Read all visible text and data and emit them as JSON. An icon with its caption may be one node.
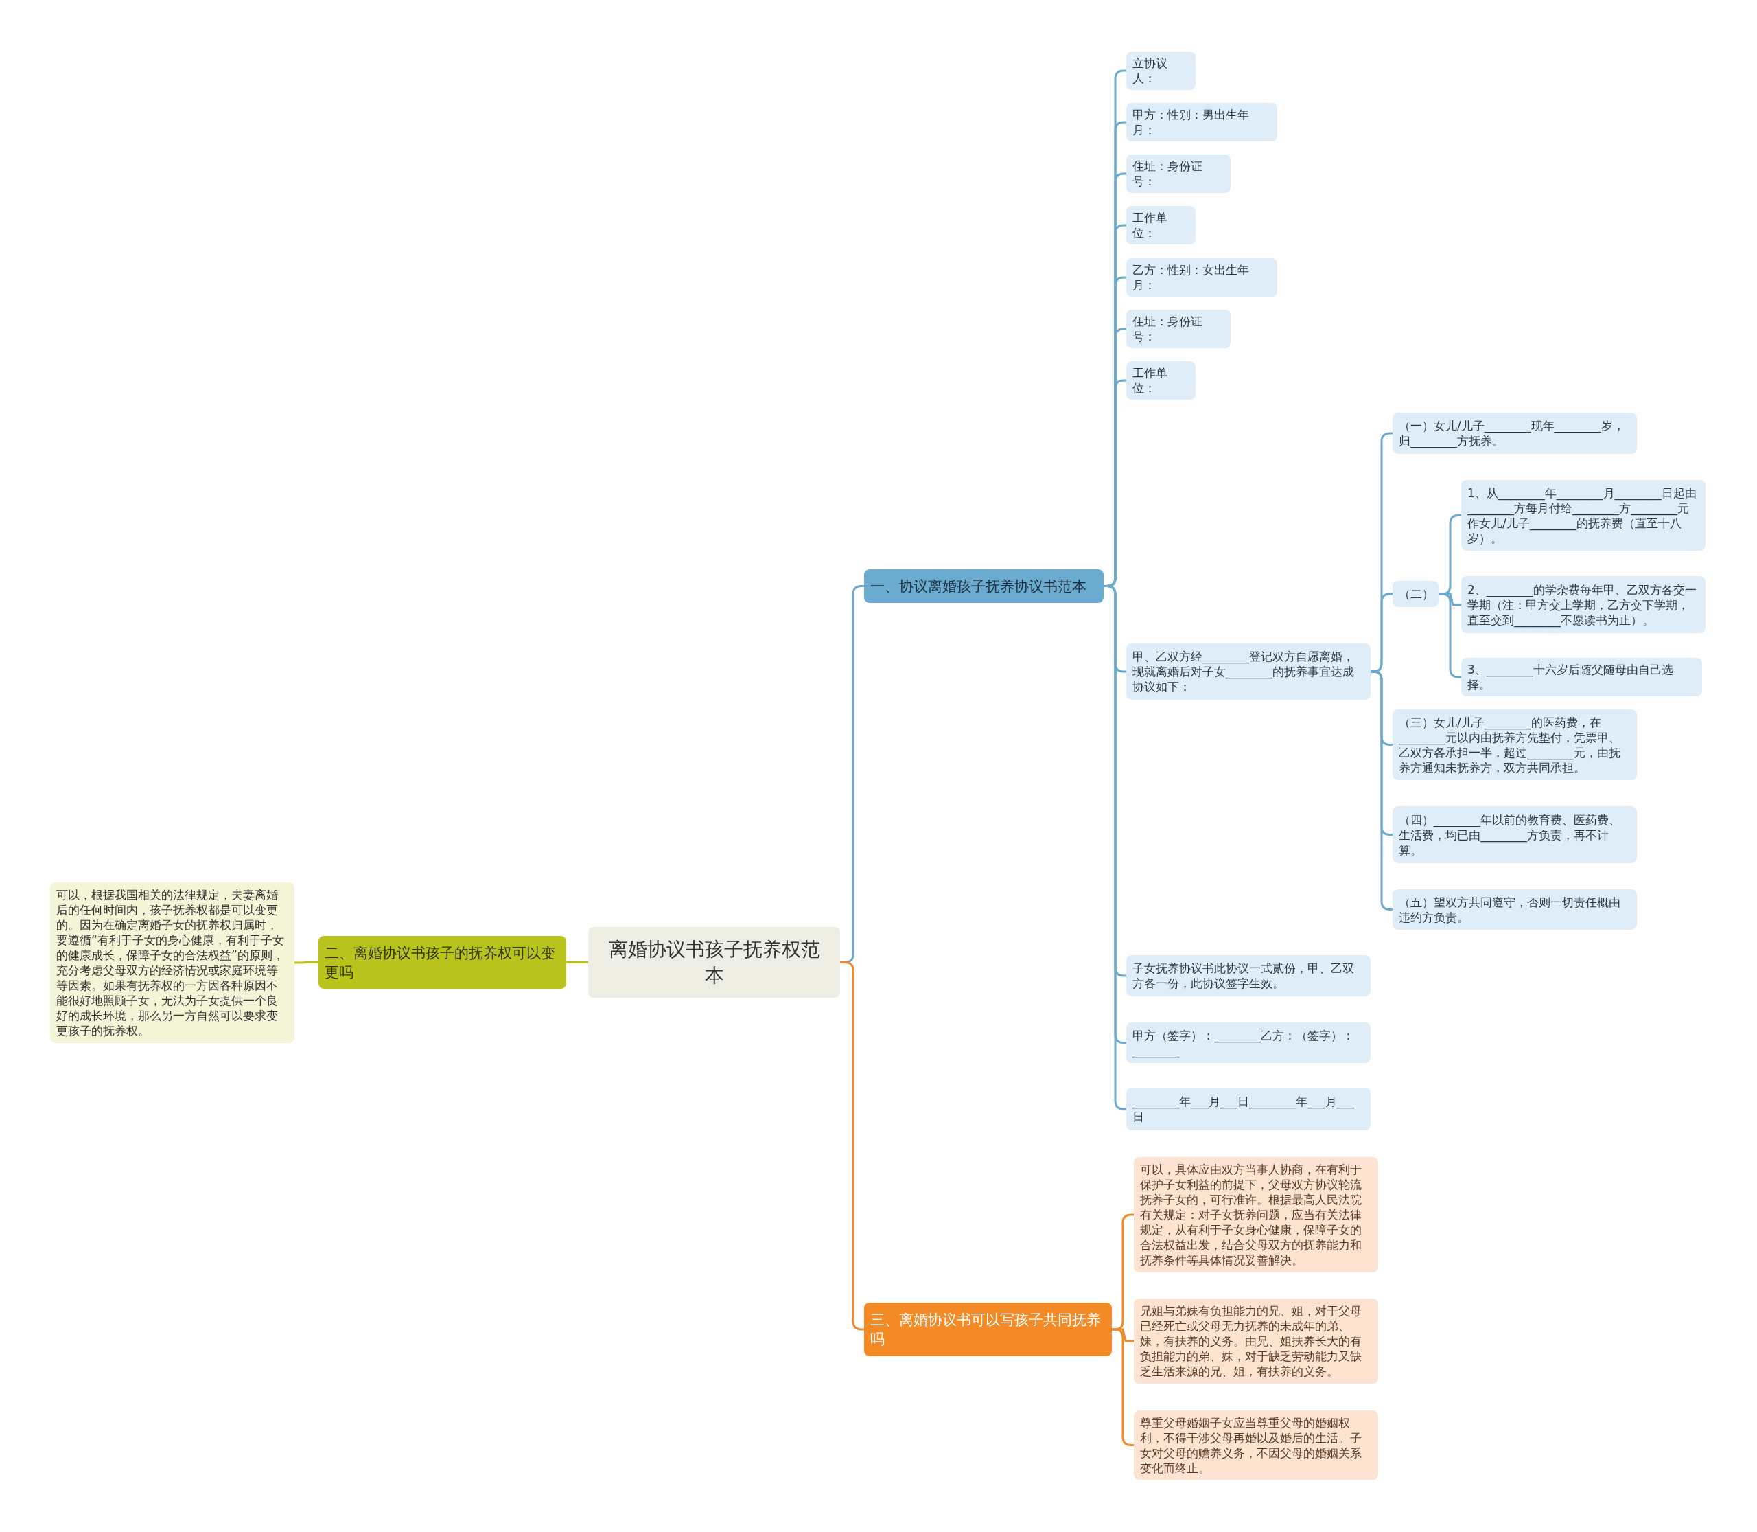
{
  "diagram": {
    "nodes": [
      {
        "text": [
          "离婚协议书孩子抚养权范本"
        ]
      },
      {
        "text": [
          "一、协议离婚孩子抚养协议书范本"
        ]
      },
      {
        "text": [
          "立协议人："
        ]
      },
      {
        "text": [
          "甲方：性别：男出生年月："
        ]
      },
      {
        "text": [
          "住址：身份证号："
        ]
      },
      {
        "text": [
          "工作单位："
        ]
      },
      {
        "text": [
          "乙方：性别：女出生年月："
        ]
      },
      {
        "text": [
          "住址：身份证号："
        ]
      },
      {
        "text": [
          "工作单位："
        ]
      },
      {
        "text": [
          "甲、乙双方经________登记双方自愿离婚，现就离婚后对子女________的抚养事宜达成协议如下："
        ]
      },
      {
        "text": [
          "（一）女儿/儿子________现年________岁，归________方抚养。"
        ]
      },
      {
        "text": [
          "（二）"
        ]
      },
      {
        "text": [
          "1、从________年________月________日起由________方每月付给________方________元作女儿/儿子________的抚养费（直至十八岁）。"
        ]
      },
      {
        "text": [
          "2、________的学杂费每年甲、乙双方各交一学期（注：甲方交上学期，乙方交下学期，直至交到________不愿读书为止）。"
        ]
      },
      {
        "text": [
          "3、________十六岁后随父随母由自己选择。"
        ]
      },
      {
        "text": [
          "（三）女儿/儿子________的医药费，在________元以内由抚养方先垫付，凭票甲、乙双方各承担一半，超过________元，由抚养方通知未抚养方，双方共同承担。"
        ]
      },
      {
        "text": [
          "（四）________年以前的教育费、医药费、生活费，均已由________方负责，再不计算。"
        ]
      },
      {
        "text": [
          "（五）望双方共同遵守，否则一切责任概由违约方负责。"
        ]
      },
      {
        "text": [
          "子女抚养协议书此协议一式贰份，甲、乙双方各一份，此协议签字生效。"
        ]
      },
      {
        "text": [
          "甲方（签字）：________乙方：（签字）：________"
        ]
      },
      {
        "text": [
          "________年___月___日________年___月___日"
        ]
      },
      {
        "text": [
          "二、离婚协议书孩子的抚养权可以变更吗"
        ]
      },
      {
        "text": [
          "可以，根据我国相关的法律规定，夫妻离婚后的任何时间内，孩子抚养权都是可以变更的。因为在确定离婚子女的抚养权归属时，要遵循“有利于子女的身心健康，有利于子女的健康成长，保障子女的合法权益”的原则，充分考虑父母双方的经济情况或家庭环境等等因素。如果有抚养权的一方因各种原因不能很好地照顾子女，无法为子女提供一个良好的成长环境，那么另一方自然可以要求变更孩子的抚养权。"
        ]
      },
      {
        "text": [
          "三、离婚协议书可以写孩子共同抚养吗"
        ]
      },
      {
        "text": [
          "可以，具体应由双方当事人协商，在有利于保护子女利益的前提下，父母双方协议轮流抚养子女的，可行准许。根据最高人民法院有关规定：对子女抚养问题，应当有关法律规定，从有利于子女身心健康，保障子女的合法权益出发，结合父母双方的抚养能力和抚养条件等具体情况妥善解决。"
        ]
      },
      {
        "text": [
          "兄姐与弟妹有负担能力的兄、姐，对于父母已经死亡或父母无力抚养的未成年的弟、妹，有扶养的义务。由兄、姐扶养长大的有负担能力的弟、妹，对于缺乏劳动能力又缺乏生活来源的兄、姐，有扶养的义务。"
        ]
      },
      {
        "text": [
          "尊重父母婚姻子女应当尊重父母的婚姻权利，不得干涉父母再婚以及婚后的生活。子女对父母的赡养义务，不因父母的婚姻关系变化而终止。"
        ]
      }
    ],
    "edges": [
      {
        "from": 0,
        "to": 1,
        "arrow": "none"
      },
      {
        "from": 1,
        "to": 2,
        "arrow": "none"
      },
      {
        "from": 1,
        "to": 3,
        "arrow": "none"
      },
      {
        "from": 1,
        "to": 4,
        "arrow": "none"
      },
      {
        "from": 1,
        "to": 5,
        "arrow": "none"
      },
      {
        "from": 1,
        "to": 6,
        "arrow": "none"
      },
      {
        "from": 1,
        "to": 7,
        "arrow": "none"
      },
      {
        "from": 1,
        "to": 8,
        "arrow": "none"
      },
      {
        "from": 1,
        "to": 9,
        "arrow": "none"
      },
      {
        "from": 9,
        "to": 10,
        "arrow": "none"
      },
      {
        "from": 9,
        "to": 11,
        "arrow": "none"
      },
      {
        "from": 11,
        "to": 12,
        "arrow": "none"
      },
      {
        "from": 11,
        "to": 13,
        "arrow": "none"
      },
      {
        "from": 11,
        "to": 14,
        "arrow": "none"
      },
      {
        "from": 9,
        "to": 15,
        "arrow": "none"
      },
      {
        "from": 9,
        "to": 16,
        "arrow": "none"
      },
      {
        "from": 9,
        "to": 17,
        "arrow": "none"
      },
      {
        "from": 1,
        "to": 18,
        "arrow": "none"
      },
      {
        "from": 1,
        "to": 19,
        "arrow": "none"
      },
      {
        "from": 1,
        "to": 20,
        "arrow": "none"
      },
      {
        "from": 0,
        "to": 21,
        "arrow": "none",
        "color": "#b8c31c"
      },
      {
        "from": 21,
        "to": 22,
        "arrow": "none",
        "color": "#b8c31c"
      },
      {
        "from": 0,
        "to": 23,
        "arrow": "none",
        "color": "#ef8a2c"
      },
      {
        "from": 23,
        "to": 24,
        "arrow": "none",
        "color": "#ef8a2c"
      },
      {
        "from": 23,
        "to": 25,
        "arrow": "none",
        "color": "#ef8a2c"
      },
      {
        "from": 23,
        "to": 26,
        "arrow": "none",
        "color": "#ef8a2c"
      }
    ]
  }
}
